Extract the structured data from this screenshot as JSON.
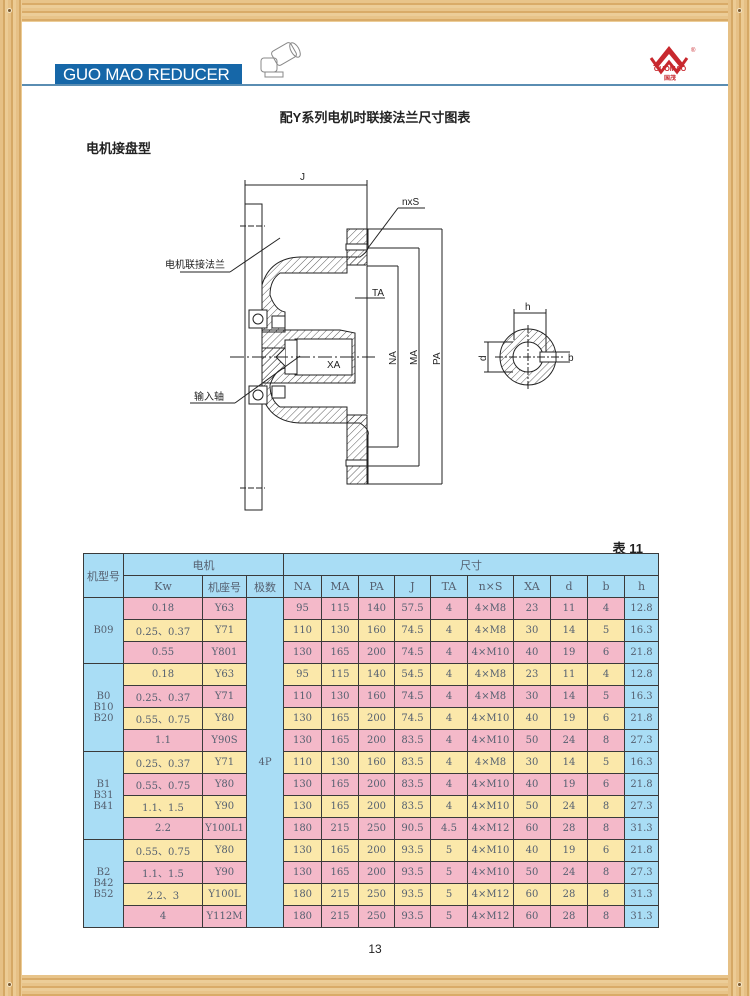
{
  "header": {
    "brand": "GUO MAO REDUCER",
    "logo_text": "GUOMAO",
    "logo_sub": "国茂"
  },
  "title": "配Y系列电机时联接法兰尺寸图表",
  "subtitle": "电机接盘型",
  "diagram": {
    "labels": {
      "J": "J",
      "nxS": "nxS",
      "TA": "TA",
      "XA": "XA",
      "NA": "NA",
      "MA": "MA",
      "PA": "PA",
      "flange": "电机联接法兰",
      "shaft": "输入轴",
      "h": "h",
      "d": "d",
      "b": "b"
    }
  },
  "table_number": "表 11",
  "table": {
    "headers": {
      "model": "机型号",
      "motor": "电机",
      "dims": "尺寸",
      "kw": "Kw",
      "frame": "机座号",
      "poles": "极数",
      "cols": [
        "NA",
        "MA",
        "PA",
        "J",
        "TA",
        "n×S",
        "XA",
        "d",
        "b",
        "h"
      ]
    },
    "poles_value": "4P",
    "groups": [
      {
        "model": [
          "B09"
        ],
        "rows": [
          [
            "0.18",
            "Y63",
            "95",
            "115",
            "140",
            "57.5",
            "4",
            "4×M8",
            "23",
            "11",
            "4",
            "12.8"
          ],
          [
            "0.25、0.37",
            "Y71",
            "110",
            "130",
            "160",
            "74.5",
            "4",
            "4×M8",
            "30",
            "14",
            "5",
            "16.3"
          ],
          [
            "0.55",
            "Y801",
            "130",
            "165",
            "200",
            "74.5",
            "4",
            "4×M10",
            "40",
            "19",
            "6",
            "21.8"
          ]
        ]
      },
      {
        "model": [
          "B0",
          "B10",
          "B20"
        ],
        "rows": [
          [
            "0.18",
            "Y63",
            "95",
            "115",
            "140",
            "54.5",
            "4",
            "4×M8",
            "23",
            "11",
            "4",
            "12.8"
          ],
          [
            "0.25、0.37",
            "Y71",
            "110",
            "130",
            "160",
            "74.5",
            "4",
            "4×M8",
            "30",
            "14",
            "5",
            "16.3"
          ],
          [
            "0.55、0.75",
            "Y80",
            "130",
            "165",
            "200",
            "74.5",
            "4",
            "4×M10",
            "40",
            "19",
            "6",
            "21.8"
          ],
          [
            "1.1",
            "Y90S",
            "130",
            "165",
            "200",
            "83.5",
            "4",
            "4×M10",
            "50",
            "24",
            "8",
            "27.3"
          ]
        ]
      },
      {
        "model": [
          "B1",
          "B31",
          "B41"
        ],
        "rows": [
          [
            "0.25、0.37",
            "Y71",
            "110",
            "130",
            "160",
            "83.5",
            "4",
            "4×M8",
            "30",
            "14",
            "5",
            "16.3"
          ],
          [
            "0.55、0.75",
            "Y80",
            "130",
            "165",
            "200",
            "83.5",
            "4",
            "4×M10",
            "40",
            "19",
            "6",
            "21.8"
          ],
          [
            "1.1、1.5",
            "Y90",
            "130",
            "165",
            "200",
            "83.5",
            "4",
            "4×M10",
            "50",
            "24",
            "8",
            "27.3"
          ],
          [
            "2.2",
            "Y100L1",
            "180",
            "215",
            "250",
            "90.5",
            "4.5",
            "4×M12",
            "60",
            "28",
            "8",
            "31.3"
          ]
        ]
      },
      {
        "model": [
          "B2",
          "B42",
          "B52"
        ],
        "rows": [
          [
            "0.55、0.75",
            "Y80",
            "130",
            "165",
            "200",
            "93.5",
            "5",
            "4×M10",
            "40",
            "19",
            "6",
            "21.8"
          ],
          [
            "1.1、1.5",
            "Y90",
            "130",
            "165",
            "200",
            "93.5",
            "5",
            "4×M10",
            "50",
            "24",
            "8",
            "27.3"
          ],
          [
            "2.2、3",
            "Y100L",
            "180",
            "215",
            "250",
            "93.5",
            "5",
            "4×M12",
            "60",
            "28",
            "8",
            "31.3"
          ],
          [
            "4",
            "Y112M",
            "180",
            "215",
            "250",
            "93.5",
            "5",
            "4×M12",
            "60",
            "28",
            "8",
            "31.3"
          ]
        ]
      }
    ]
  },
  "page_number": "13",
  "colors": {
    "brand": "#1667a8",
    "header_bg": "#a9ddf5",
    "pink": "#f4b9c9",
    "yellow": "#fbe8aa"
  }
}
